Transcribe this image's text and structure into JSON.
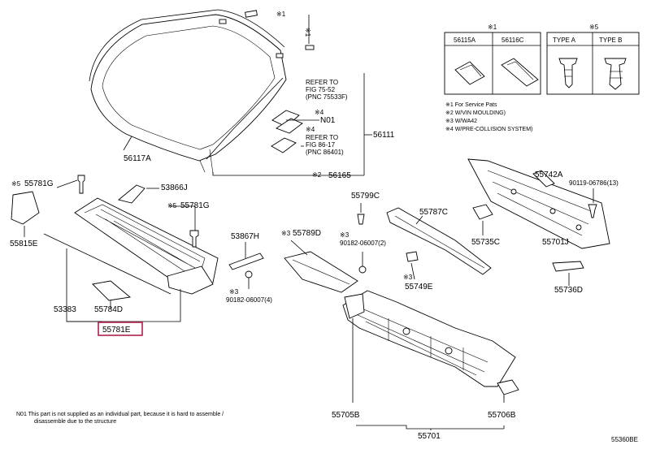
{
  "diagram": {
    "figure_code": "55360BE",
    "highlighted_part": "55781E",
    "highlight_color": "#b0204a",
    "parts": {
      "p56117A": "56117A",
      "p56111": "56111",
      "p56165": "56165",
      "pN01": "N01",
      "p55781G_left": "55781G",
      "p55815E": "55815E",
      "p53866J": "53866J",
      "p55781G_right": "55781G",
      "p53383": "53383",
      "p55784D": "55784D",
      "p55781E": "55781E",
      "p53867H": "53867H",
      "p55789D": "55789D",
      "p90182_06007_4": "90182-06007(4)",
      "p90182_06007_2": "90182-06007(2)",
      "p55799C": "55799C",
      "p55787C": "55787C",
      "p55749E": "55749E",
      "p55735C": "55735C",
      "p55742A": "55742A",
      "p90119_06786": "90119-06786(13)",
      "p55701J": "55701J",
      "p55736D": "55736D",
      "p55705B": "55705B",
      "p55701": "55701",
      "p55706B": "55706B"
    },
    "marks": {
      "x1": "※1",
      "x2": "※2",
      "x3": "※3",
      "x4": "※4",
      "x5": "※5"
    },
    "refer_blocks": {
      "ref1": [
        "REFER TO",
        "FIG 75-52",
        "(PNC 75533F)"
      ],
      "ref2": [
        "REFER TO",
        "FIG 86-17",
        "(PNC 86401)"
      ]
    },
    "legend": {
      "x1_parts": [
        "56115A",
        "56116C"
      ],
      "x5_types": [
        "TYPE A",
        "TYPE B"
      ],
      "notes": [
        "※1 For Service Pats",
        "※2 W/VIN MOULDING)",
        "※3 W/WA42",
        "※4 W/PRE-COLLISION SYSTEM)"
      ]
    },
    "footnote": [
      "N01  This part is not supplied as an individual part, because it is hard to assemble /",
      "disassemble due to the structure"
    ]
  }
}
